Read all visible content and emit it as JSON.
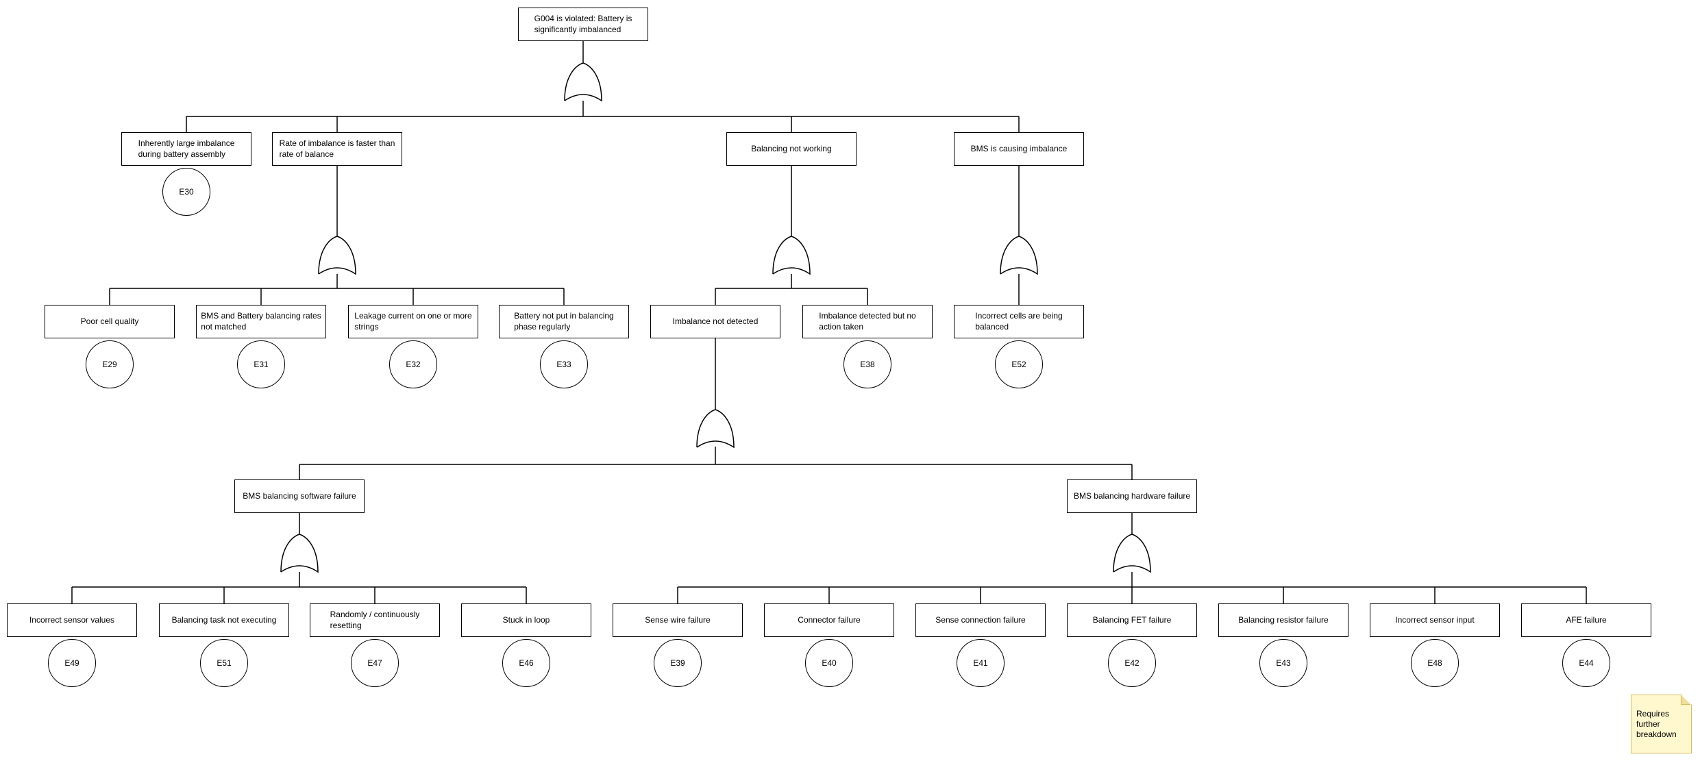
{
  "diagram_type": "fault-tree",
  "colors": {
    "line": "#000000",
    "event_fill": "#ffffff",
    "note_fill": "#FFF7CE",
    "note_border": "#D8BD60",
    "note_fold": "#F0DF9A"
  },
  "nodes": [
    {
      "id": "g004",
      "label": "G004 is violated: Battery is\nsignificantly imbalanced",
      "gate": "or",
      "parent": null,
      "event_ref": null
    },
    {
      "id": "inherent",
      "label": "Inherently large imbalance\nduring battery assembly",
      "gate": null,
      "parent": "g004",
      "event_ref": "E30"
    },
    {
      "id": "rate",
      "label": "Rate of imbalance is faster than\nrate of balance",
      "gate": "or",
      "parent": "g004",
      "event_ref": null
    },
    {
      "id": "bnw",
      "label": "Balancing not working",
      "gate": "or",
      "parent": "g004",
      "event_ref": null
    },
    {
      "id": "bms",
      "label": "BMS is causing imbalance",
      "gate": "or",
      "parent": "g004",
      "event_ref": null
    },
    {
      "id": "poor",
      "label": "Poor cell quality",
      "gate": null,
      "parent": "rate",
      "event_ref": "E29"
    },
    {
      "id": "rates",
      "label": "BMS and Battery balancing rates\nnot matched",
      "gate": null,
      "parent": "rate",
      "event_ref": "E31"
    },
    {
      "id": "leak",
      "label": "Leakage current on one or more\nstrings",
      "gate": null,
      "parent": "rate",
      "event_ref": "E32"
    },
    {
      "id": "phase",
      "label": "Battery not put in balancing\nphase regularly",
      "gate": null,
      "parent": "rate",
      "event_ref": "E33"
    },
    {
      "id": "ind",
      "label": "Imbalance not detected",
      "gate": "or",
      "parent": "bnw",
      "event_ref": null
    },
    {
      "id": "idna",
      "label": "Imbalance detected but no\naction taken",
      "gate": null,
      "parent": "bnw",
      "event_ref": "E38"
    },
    {
      "id": "cells",
      "label": "Incorrect cells are being\nbalanced",
      "gate": null,
      "parent": "bms",
      "event_ref": "E52"
    },
    {
      "id": "sw",
      "label": "BMS balancing software failure",
      "gate": "or",
      "parent": "ind",
      "event_ref": null
    },
    {
      "id": "hw",
      "label": "BMS balancing hardware failure",
      "gate": "or",
      "parent": "ind",
      "event_ref": null
    },
    {
      "id": "sensorvals",
      "label": "Incorrect sensor values",
      "gate": null,
      "parent": "sw",
      "event_ref": "E49"
    },
    {
      "id": "task",
      "label": "Balancing task not executing",
      "gate": null,
      "parent": "sw",
      "event_ref": "E51"
    },
    {
      "id": "reset",
      "label": "Randomly / continuously\nresetting",
      "gate": null,
      "parent": "sw",
      "event_ref": "E47"
    },
    {
      "id": "loop",
      "label": "Stuck in loop",
      "gate": null,
      "parent": "sw",
      "event_ref": "E46"
    },
    {
      "id": "sensewire",
      "label": "Sense wire failure",
      "gate": null,
      "parent": "hw",
      "event_ref": "E39"
    },
    {
      "id": "connector",
      "label": "Connector failure",
      "gate": null,
      "parent": "hw",
      "event_ref": "E40"
    },
    {
      "id": "senseconn",
      "label": "Sense connection failure",
      "gate": null,
      "parent": "hw",
      "event_ref": "E41"
    },
    {
      "id": "fet",
      "label": "Balancing FET failure",
      "gate": null,
      "parent": "hw",
      "event_ref": "E42"
    },
    {
      "id": "resistor",
      "label": "Balancing resistor failure",
      "gate": null,
      "parent": "hw",
      "event_ref": "E43"
    },
    {
      "id": "sensorinput",
      "label": "Incorrect sensor input",
      "gate": null,
      "parent": "hw",
      "event_ref": "E48"
    },
    {
      "id": "afe",
      "label": "AFE failure",
      "gate": null,
      "parent": "hw",
      "event_ref": "E44"
    }
  ],
  "sticky_note": {
    "text": "Requires\nfurther\nbreakdown"
  }
}
